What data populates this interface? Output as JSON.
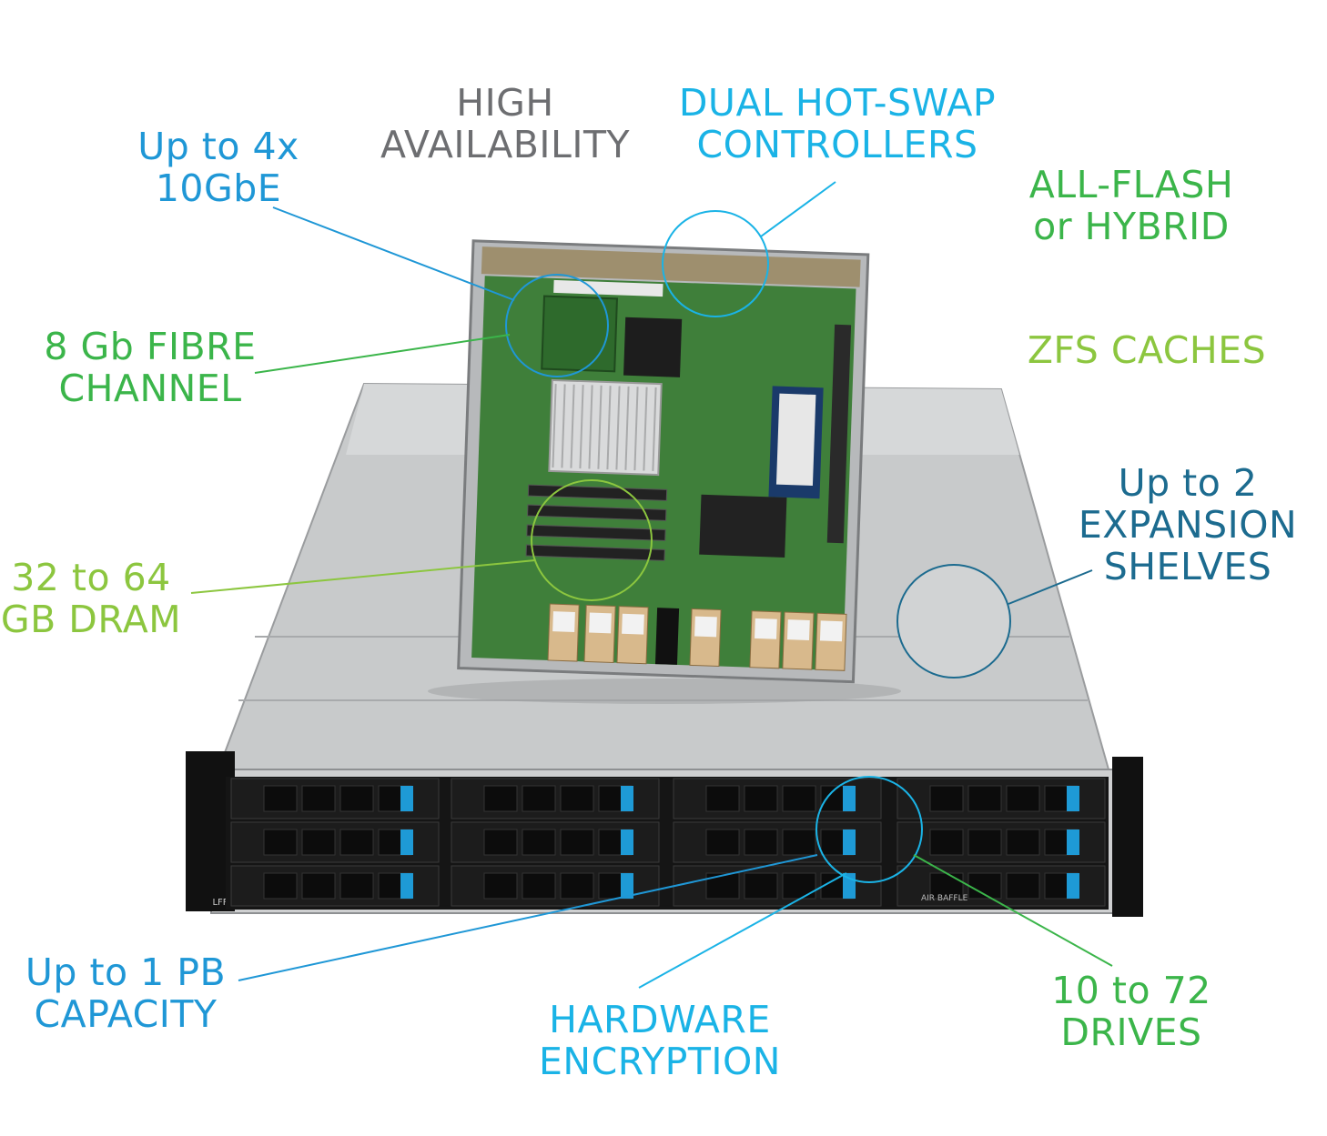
{
  "colors": {
    "gray": "#6d6e71",
    "cyan": "#1ab3e6",
    "blue": "#1f97d6",
    "navy": "#1c6b8f",
    "green": "#3bb54a",
    "lime": "#8cc63f",
    "chassis": "#c9cbcc",
    "board": "#3f7f3a",
    "bezel": "#151515",
    "tab": "#1e9ad6"
  },
  "labels": {
    "high_availability": {
      "line1": "HIGH",
      "line2": "AVAILABILITY"
    },
    "dual_hot_swap": {
      "line1": "DUAL HOT-SWAP",
      "line2": "CONTROLLERS"
    },
    "up_to_4x": {
      "line1": "Up to 4x",
      "line2": "10GbE"
    },
    "all_flash": {
      "line1": "ALL-FLASH",
      "line2": "or HYBRID"
    },
    "fibre_channel": {
      "line1": "8 Gb FIBRE",
      "line2": "CHANNEL"
    },
    "zfs_caches": {
      "line1": "ZFS CACHES"
    },
    "expansion": {
      "line1": "Up to 2",
      "line2": "EXPANSION",
      "line3": "SHELVES"
    },
    "dram": {
      "line1": "32 to 64",
      "line2": "GB DRAM"
    },
    "capacity": {
      "line1": "Up to 1 PB",
      "line2": "CAPACITY"
    },
    "encryption": {
      "line1": "HARDWARE",
      "line2": "ENCRYPTION"
    },
    "drives": {
      "line1": "10 to 72",
      "line2": "DRIVES"
    }
  },
  "device": {
    "bezel_text": "AIR BAFFLE",
    "ear_text": "LFF"
  }
}
